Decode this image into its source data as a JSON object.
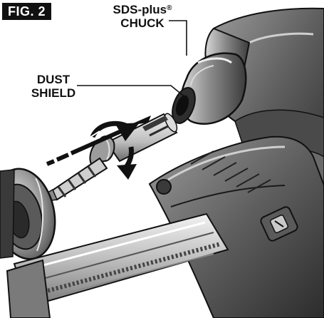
{
  "figure": {
    "tag": "FIG. 2"
  },
  "callouts": {
    "chuck": {
      "line1": "SDS-plus",
      "mark": "®",
      "line2": "CHUCK"
    },
    "dust_shield": {
      "line1": "DUST",
      "line2": "SHIELD"
    }
  },
  "colors": {
    "ink": "#111111",
    "body_dark": "#3a3a3a",
    "body_mid": "#707070",
    "body_light": "#bdbdbd",
    "highlight": "#e6e6e6"
  }
}
